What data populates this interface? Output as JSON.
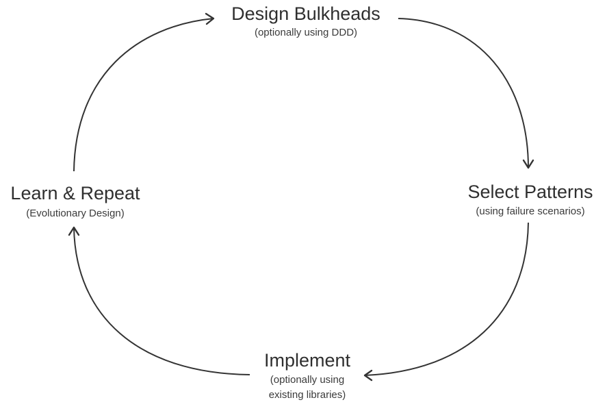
{
  "nodes": {
    "design": {
      "title": "Design Bulkheads",
      "subtitle": "(optionally using DDD)"
    },
    "select": {
      "title": "Select Patterns",
      "subtitle": "(using failure scenarios)"
    },
    "implement": {
      "title": "Implement",
      "subtitle_line1": "(optionally using",
      "subtitle_line2": "existing libraries)"
    },
    "learn": {
      "title": "Learn & Repeat",
      "subtitle": "(Evolutionary Design)"
    }
  },
  "colors": {
    "text": "#2f2f2f",
    "arrow": "#333333"
  }
}
